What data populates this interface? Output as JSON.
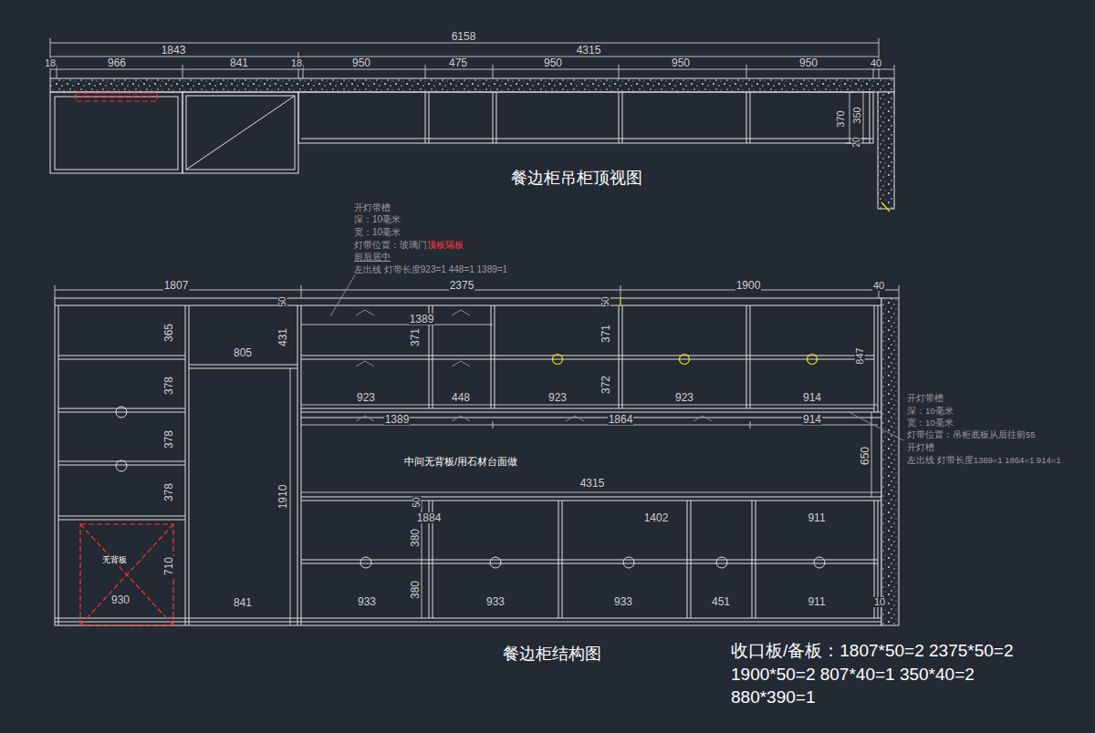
{
  "diagram": {
    "labels": [
      "6158",
      "1843",
      "4315",
      "18",
      "966",
      "841",
      "18",
      "950",
      "475",
      "950",
      "950",
      "950",
      "40",
      "370",
      "350",
      "20",
      "餐边柜吊柜顶视图",
      "开灯带槽",
      "深：10毫米",
      "宽：10毫米",
      "灯带位置：玻璃门",
      "顶板隔板",
      "前后居中",
      "左出线 灯带长度923=1 448=1 1389=1",
      "1807",
      "2375",
      "1900",
      "40",
      "50",
      "50",
      "365",
      "378",
      "378",
      "378",
      "710",
      "805",
      "431",
      "1389",
      "371",
      "371",
      "372",
      "847",
      "923",
      "448",
      "923",
      "923",
      "914",
      "1389",
      "1864",
      "914",
      "中间无背板/用石材台面做",
      "650",
      "4315",
      "1910",
      "50",
      "1884",
      "380",
      "380",
      "1402",
      "911",
      "无背板",
      "930",
      "841",
      "933",
      "933",
      "933",
      "451",
      "911",
      "10",
      "开灯带槽",
      "深：10毫米",
      "宽：10毫米",
      "灯带位置：吊柜底板从后往前55",
      "开灯槽",
      "左出线 灯带长度1389=1 1864=1 914=1",
      "餐边柜结构图",
      "收口板/备板：1807*50=2 2375*50=2",
      "1900*50=2 807*40=1 350*40=2",
      "880*390=1"
    ]
  }
}
